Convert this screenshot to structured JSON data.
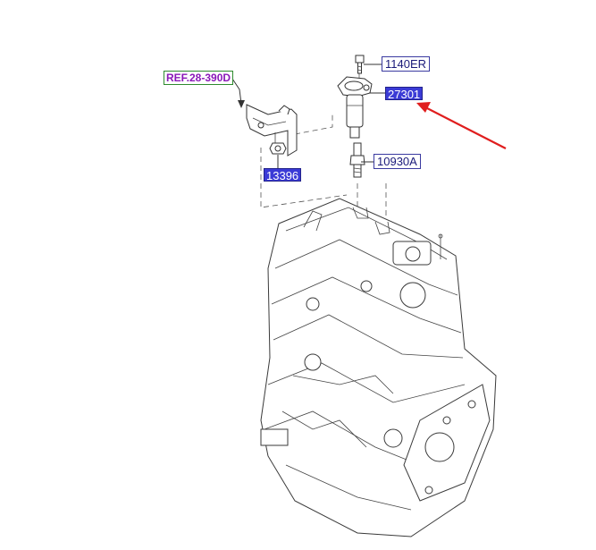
{
  "callouts": {
    "bolt": "1140ER",
    "coil": "27301",
    "spark_plug": "10930A",
    "ref": "REF.28-390D",
    "nut": "13396"
  },
  "colors": {
    "arrow": "#e01e1e",
    "highlight": "#3b3bd6",
    "ref_text": "#8a18b8",
    "ref_border": "#2e8a2e"
  }
}
